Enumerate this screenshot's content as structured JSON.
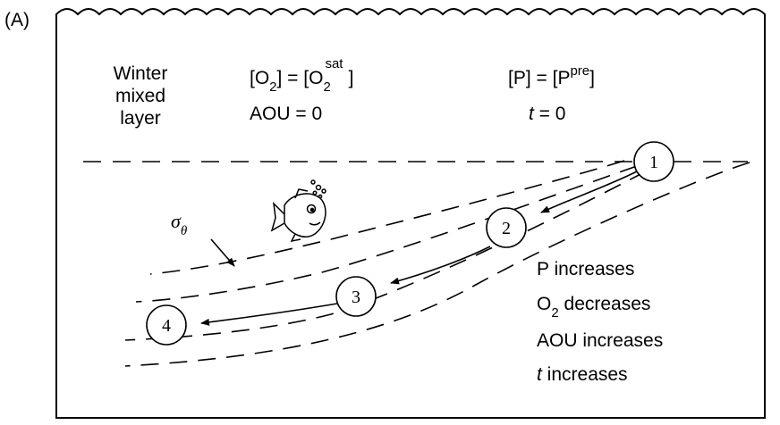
{
  "panel_label": "(A)",
  "mixed_layer": {
    "line1": "Winter",
    "line2": "mixed",
    "line3": "layer"
  },
  "oxygen_eq": {
    "lhs_open": "[O",
    "lhs_sub": "2",
    "mid": "] = [O",
    "rhs_sub": "2",
    "rhs_sup": "sat",
    "close": " ]"
  },
  "aou_eq": "AOU = 0",
  "phosphate_eq": {
    "open": "[P] = [P",
    "sup": "pre",
    "close": "]"
  },
  "time_eq": {
    "var": "t",
    "rest": " = 0"
  },
  "isopycnal_label": {
    "sigma": "σ",
    "sub": "θ"
  },
  "stations": [
    "1",
    "2",
    "3",
    "4"
  ],
  "trends": {
    "p": "P increases",
    "o2": {
      "prefix": "O",
      "sub": "2",
      "rest": " decreases"
    },
    "aou": "AOU increases",
    "t": {
      "var": "t",
      "rest": " increases"
    }
  },
  "icons": {
    "fish": "fish-with-bubbles-icon"
  }
}
